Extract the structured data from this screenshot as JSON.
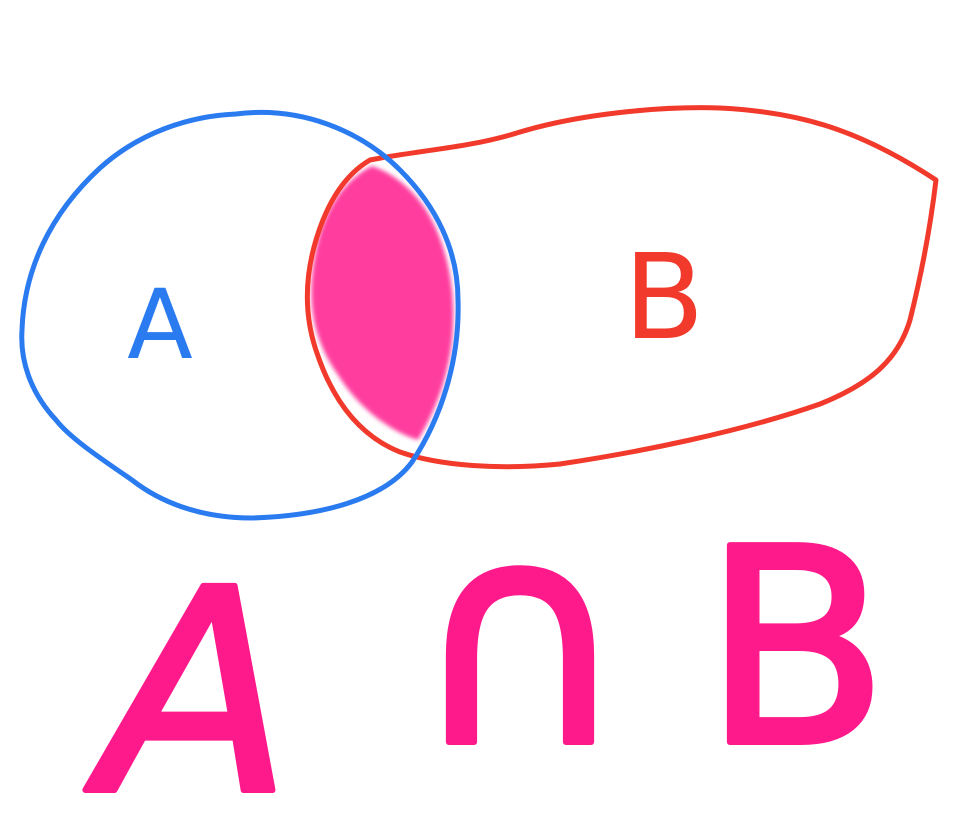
{
  "diagram": {
    "type": "venn",
    "colors": {
      "set_a_outline": "#2b7bf0",
      "set_b_outline": "#f23a2c",
      "intersection_fill": "#ff3d9e",
      "caption": "#ff1a8c",
      "background": "#ffffff"
    },
    "sets": [
      {
        "id": "A",
        "label": "A"
      },
      {
        "id": "B",
        "label": "B"
      }
    ],
    "highlighted_region": "A ∩ B",
    "caption": {
      "left": "A",
      "operator": "∩",
      "right": "B"
    }
  }
}
